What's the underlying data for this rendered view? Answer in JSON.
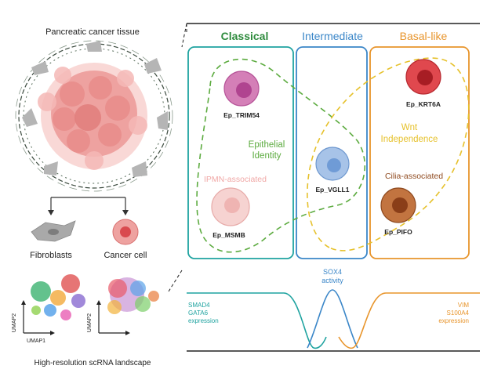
{
  "left_panel": {
    "tissue_title": "Pancreatic cancer tissue",
    "fibroblasts_label": "Fibroblasts",
    "cancer_cell_label": "Cancer cell",
    "umap1_label": "UMAP1",
    "umap2_label": "UMAP2",
    "landscape_caption": "High-resolution scRNA landscape"
  },
  "right_panel": {
    "headers": {
      "classical": "Classical",
      "intermediate": "Intermediate",
      "basal": "Basal-like"
    },
    "cells": {
      "trim54": "Ep_TRIM54",
      "msmb": "Ep_MSMB",
      "vgll1": "Ep_VGLL1",
      "krt6a": "Ep_KRT6A",
      "pifo": "Ep_PIFO"
    },
    "annotations": {
      "epithelial_line1": "Epithelial",
      "epithelial_line2": "Identity",
      "ipmn": "IPMN-associated",
      "wnt_line1": "Wnt",
      "wnt_line2": "Independence",
      "cilia": "Cilia-associated"
    },
    "sox4_line1": "SOX4",
    "sox4_line2": "activity",
    "left_expr_line1": "SMAD4",
    "left_expr_line2": "GATA6",
    "left_expr_line3": "expression",
    "right_expr_line1": "VIM",
    "right_expr_line2": "S100A4",
    "right_expr_line3": "expression"
  },
  "colors": {
    "classical": "#2e8b3d",
    "intermediate": "#3a86c8",
    "basal": "#e8952c",
    "teal": "#1fa3a0",
    "dash_green": "#5cab3f",
    "dash_yellow": "#e6c12b",
    "trim54": "#c45aa0",
    "msmb": "#f1b8b8",
    "vgll1": "#7fa9d8",
    "krt6a": "#d6333a",
    "pifo": "#b65d2b",
    "tissue": "#eea2a0",
    "fibroblast": "#9a9a9a"
  }
}
